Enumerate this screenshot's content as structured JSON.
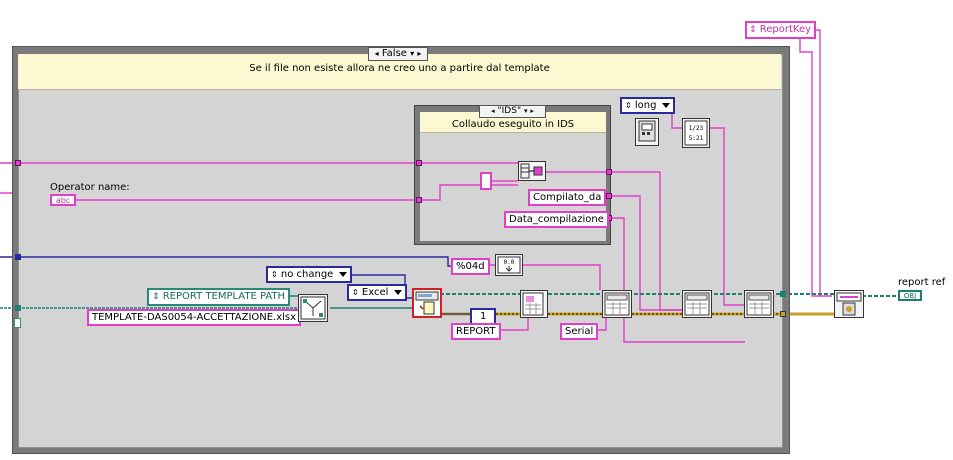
{
  "case_structure": {
    "selector_value": "False",
    "comment": "Se il file non esiste allora ne creo uno a partire dal template"
  },
  "inner_case": {
    "selector_value": "\"IDS\"",
    "comment": "Collaudo eseguito in IDS"
  },
  "labels": {
    "operator_name": "Operator name:",
    "report_ref": "report ref",
    "abc": "abc"
  },
  "constants": {
    "report_key": "ReportKey",
    "long": "long",
    "compilato_da": "Compilato_da",
    "data_compilazione": "Data_compilazione",
    "format_04d": "%04d",
    "no_change": "no change",
    "excel": "Excel",
    "report_template_path": "REPORT TEMPLATE PATH",
    "template_file": "TEMPLATE-DAS0054-ACCETTAZIONE.xlsx",
    "one": "1",
    "report": "REPORT",
    "serial": "Serial",
    "obj": "OBJ"
  },
  "colors": {
    "string_wire": "#e040c8",
    "numeric_wire": "#2a2aa0",
    "refnum_wire": "#1a8070",
    "error_wire": "#c9a227"
  }
}
